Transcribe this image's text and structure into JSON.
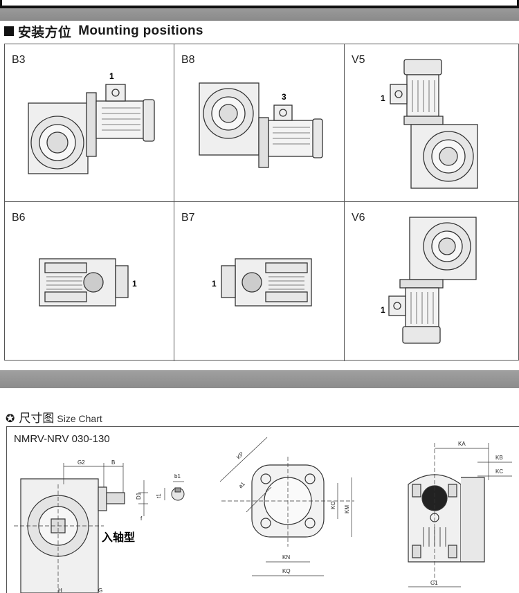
{
  "mounting": {
    "title_cn": "安装方位",
    "title_en": "Mounting positions",
    "positions": [
      {
        "label": "B3",
        "marker": "1"
      },
      {
        "label": "B8",
        "marker": "3"
      },
      {
        "label": "V5",
        "marker": "1"
      },
      {
        "label": "B6",
        "marker": "1"
      },
      {
        "label": "B7",
        "marker": "1"
      },
      {
        "label": "V6",
        "marker": "1"
      }
    ]
  },
  "size_chart": {
    "title_cn": "尺寸图",
    "title_en": "Size Chart",
    "model": "NMRV-NRV  030-130",
    "input_shaft_label": "入轴型",
    "dims": {
      "G2": "G2",
      "B": "B",
      "D1": "D1",
      "b1": "b1",
      "t1": "t1",
      "f": "f",
      "KP": "KP",
      "a1": "a1",
      "KO": "KO",
      "KM": "KM",
      "KN": "KN",
      "KQ": "KQ",
      "KA": "KA",
      "KB": "KB",
      "KC": "KC",
      "G1": "G1",
      "H": "H",
      "G": "G"
    }
  }
}
